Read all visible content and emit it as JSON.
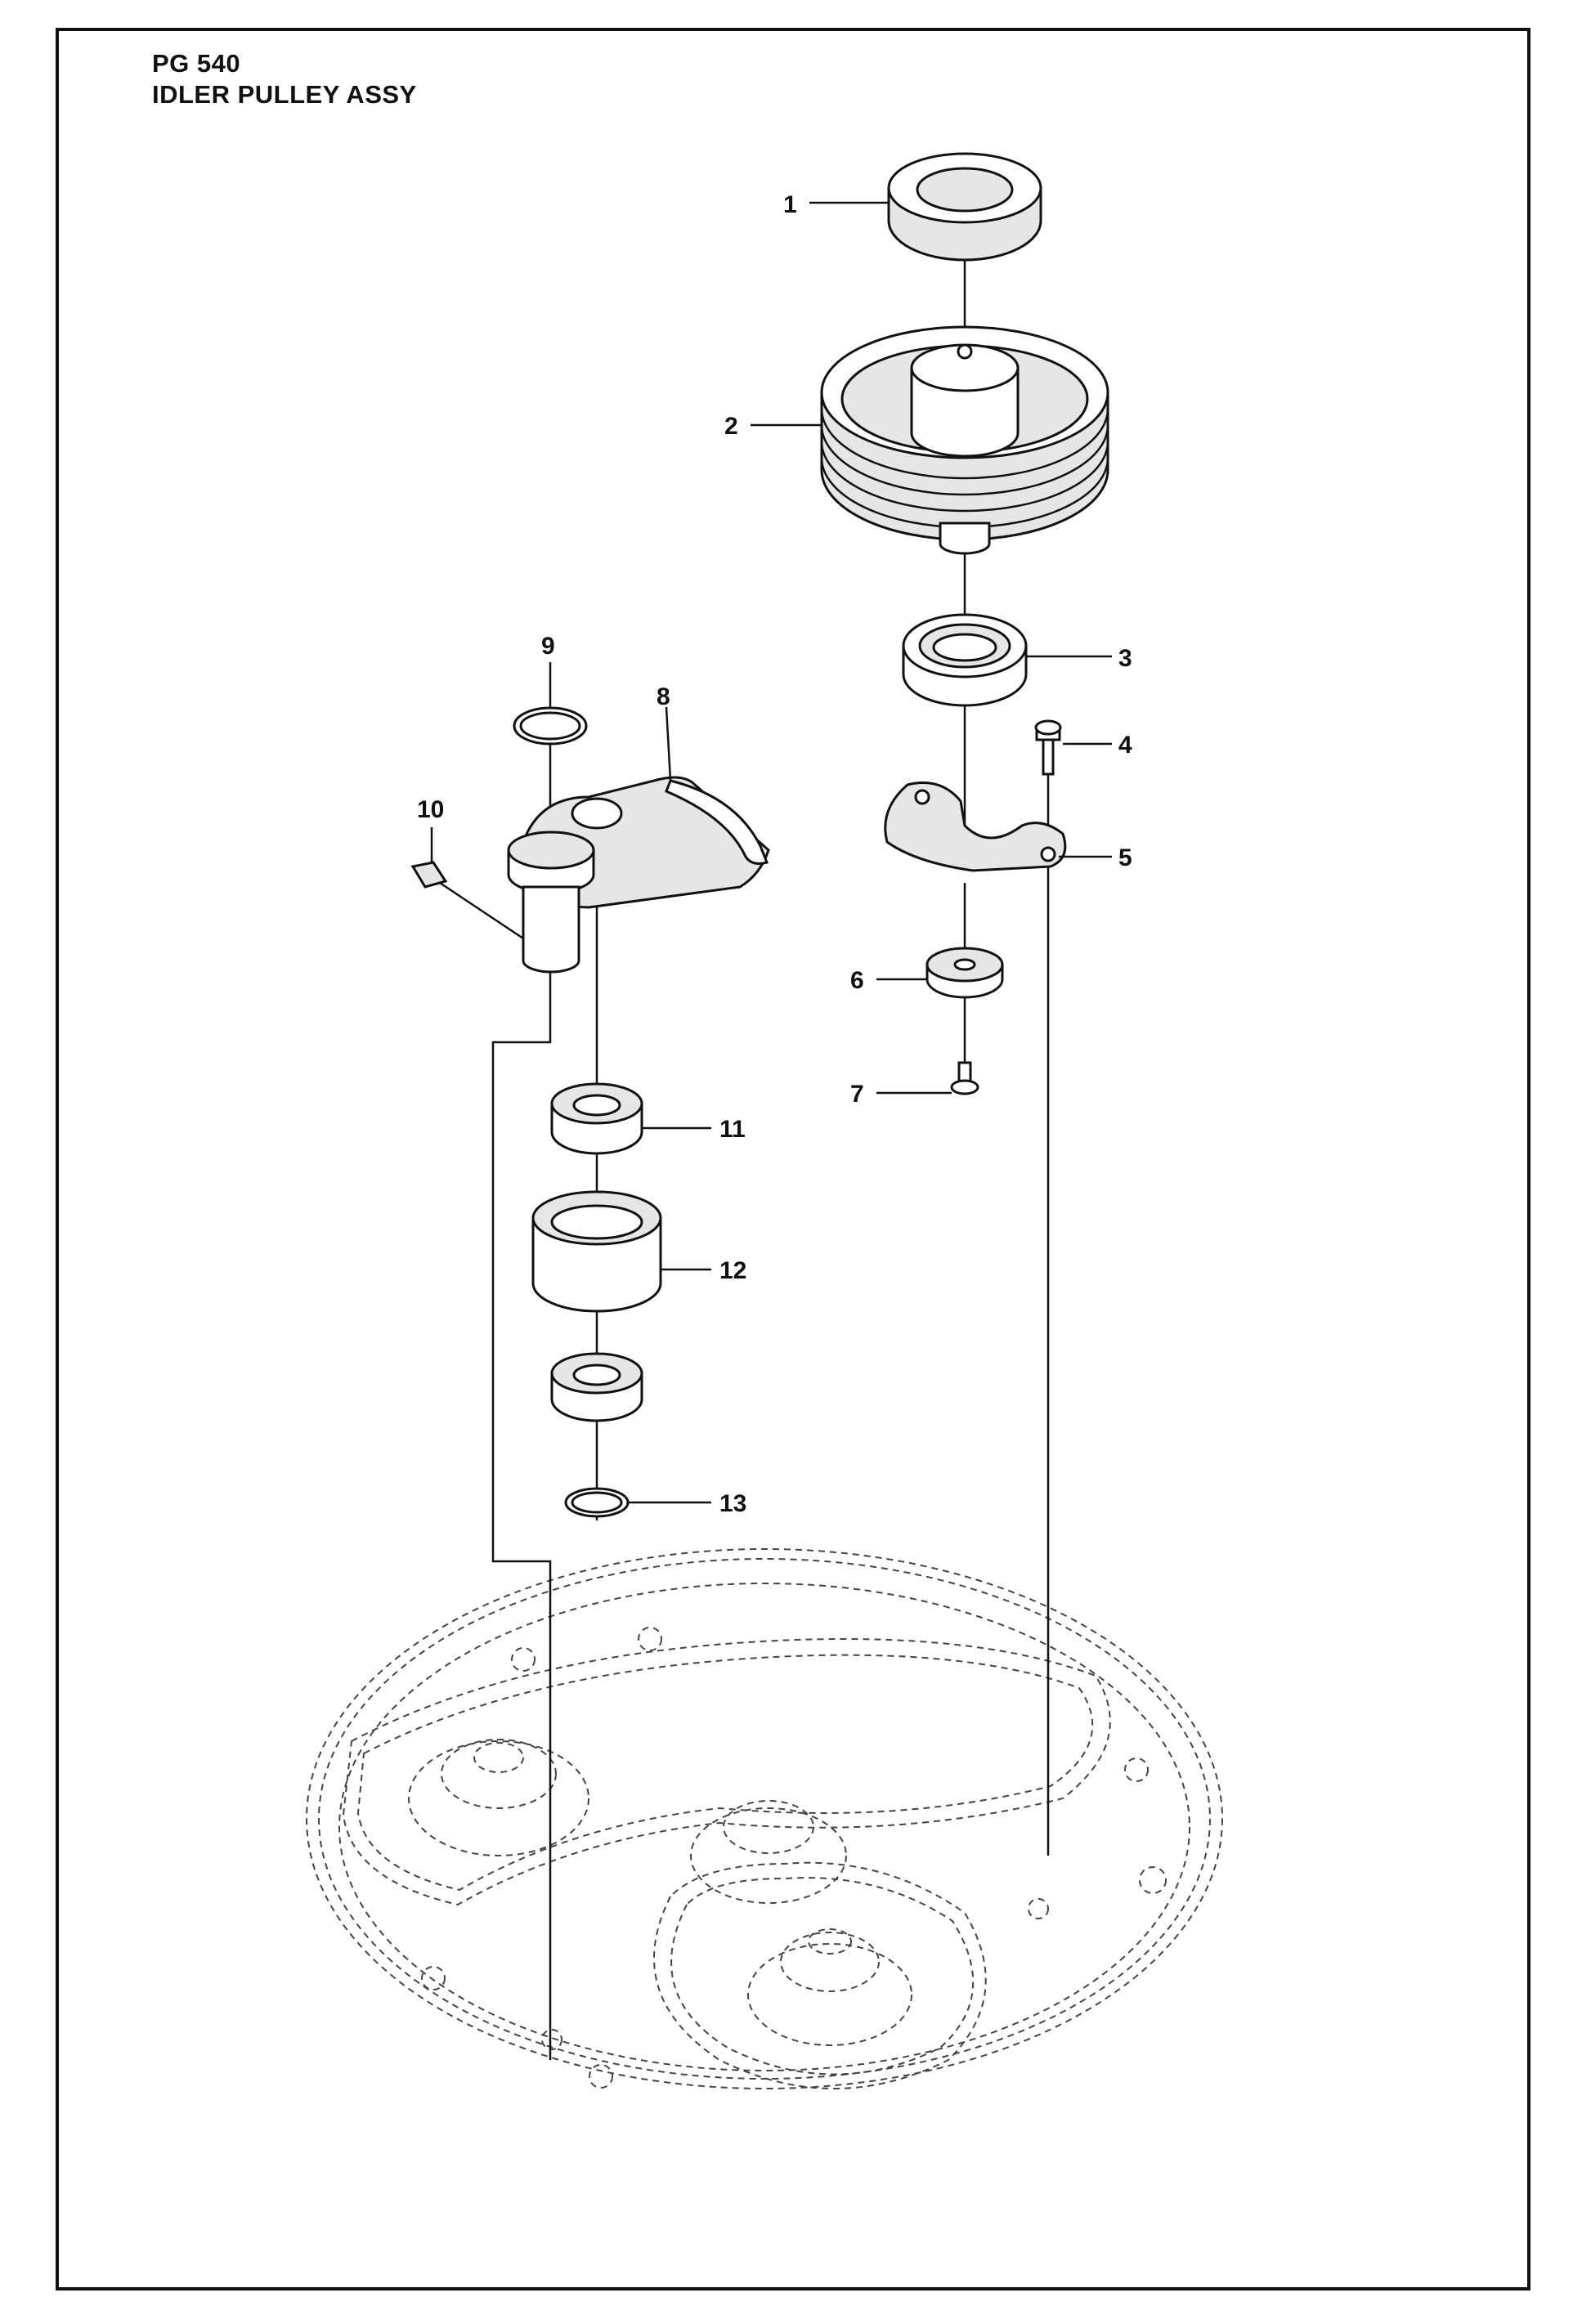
{
  "header": {
    "model": "PG 540",
    "assembly": "IDLER PULLEY ASSY"
  },
  "callouts": [
    "1",
    "2",
    "3",
    "4",
    "5",
    "6",
    "7",
    "8",
    "9",
    "10",
    "11",
    "12",
    "13"
  ],
  "colors": {
    "line": "#111111",
    "background": "#ffffff",
    "shade": "#e6e6e6"
  }
}
